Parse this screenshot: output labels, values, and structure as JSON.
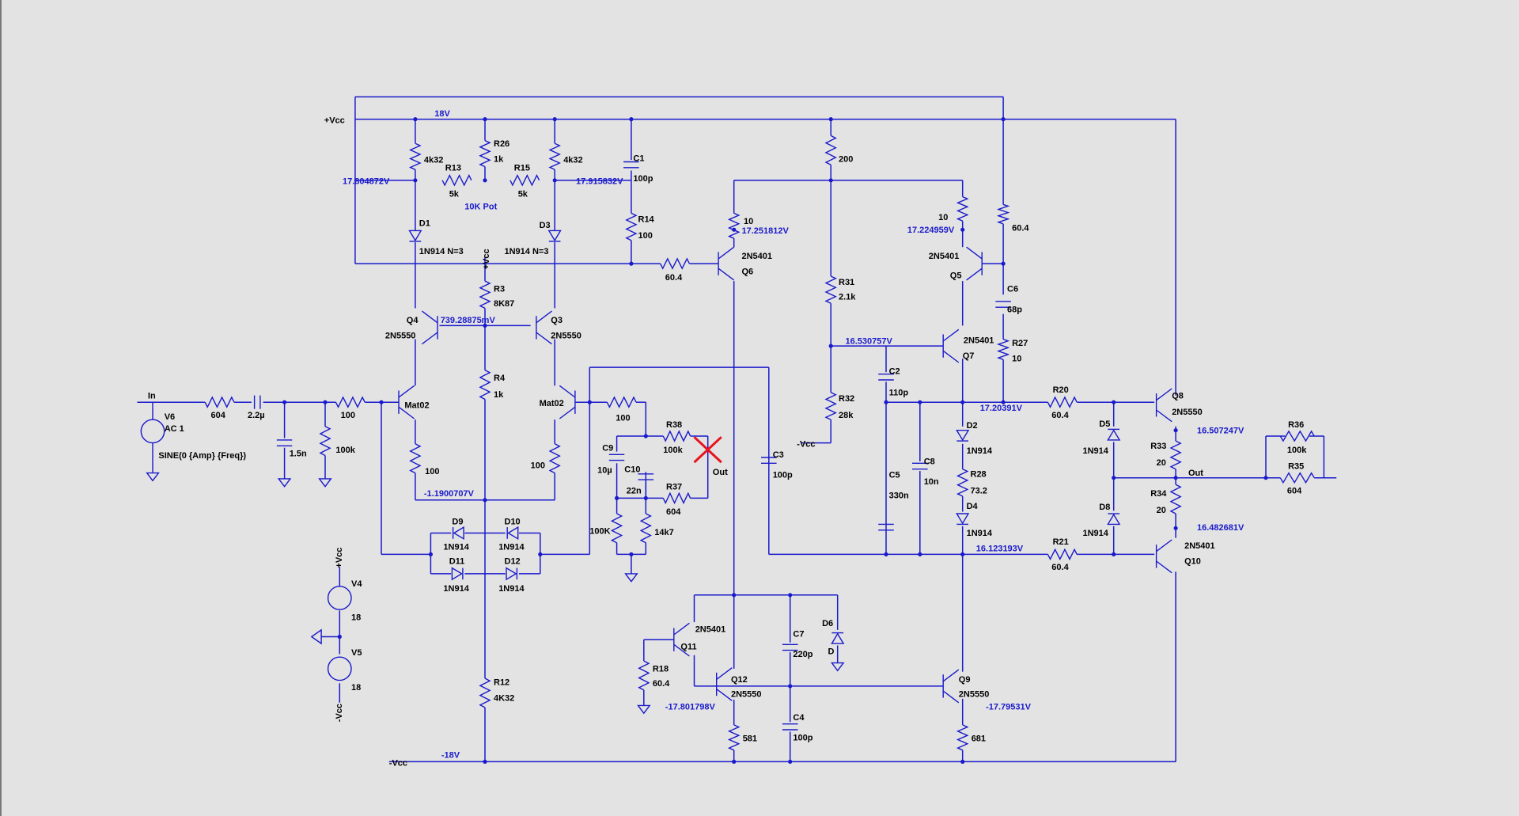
{
  "canvas": {
    "background": "#e3e3e3",
    "wire_color": "#1a1acc",
    "probe_color": "#e8141e"
  },
  "nets": {
    "vcc": "+Vcc",
    "vee": "-Vcc",
    "in": "In",
    "out1": "Out",
    "out2": "Out",
    "vcc_v1": "+Vcc",
    "vee_v1": "-Vcc",
    "vcc_pin": "+Vcc",
    "vee_r32": "-Vcc"
  },
  "voltages": {
    "v18": "18V",
    "vm18": "-18V",
    "n1": "17.804872V",
    "n2": "17.915832V",
    "n3": "17.251812V",
    "n4": "17.224959V",
    "n5": "739.28875mV",
    "n6": "16.530757V",
    "n7": "17.20391V",
    "n8": "16.507247V",
    "n9": "-1.1900707V",
    "n10": "16.123193V",
    "n11": "16.482681V",
    "n12": "-17.801798V",
    "n13": "-17.79531V"
  },
  "annotations": {
    "pot": "10K Pot"
  },
  "components": {
    "r13": {
      "name": "R13",
      "value": "5k"
    },
    "r26": {
      "name": "R26",
      "value": "1k"
    },
    "r15": {
      "name": "R15",
      "value": "5k"
    },
    "r_4k32a": {
      "value": "4k32"
    },
    "r_4k32b": {
      "value": "4k32"
    },
    "c1": {
      "name": "C1",
      "value": "100p"
    },
    "r14": {
      "name": "R14",
      "value": "100"
    },
    "d1": {
      "name": "D1",
      "value": "1N914 N=3"
    },
    "d3": {
      "name": "D3",
      "value": "1N914 N=3"
    },
    "r3": {
      "name": "R3",
      "value": "8K87"
    },
    "q4": {
      "name": "Q4",
      "value": "2N5550"
    },
    "q3": {
      "name": "Q3",
      "value": "2N5550"
    },
    "r4": {
      "name": "R4",
      "value": "1k"
    },
    "mat_l": {
      "value": "Mat02"
    },
    "mat_r": {
      "value": "Mat02"
    },
    "r_100e1": {
      "value": "100"
    },
    "r_100e2": {
      "value": "100"
    },
    "r_in604": {
      "value": "604"
    },
    "c_in": {
      "value": "2.2µ"
    },
    "c_15n": {
      "value": "1.5n"
    },
    "r_in100": {
      "value": "100"
    },
    "r_in100k": {
      "value": "100k"
    },
    "v6": {
      "name": "V6",
      "ac": "AC 1",
      "src": "SINE(0 {Amp} {Freq})"
    },
    "d9": {
      "name": "D9",
      "value": "1N914"
    },
    "d10": {
      "name": "D10",
      "value": "1N914"
    },
    "d11": {
      "name": "D11",
      "value": "1N914"
    },
    "d12": {
      "name": "D12",
      "value": "1N914"
    },
    "v4": {
      "name": "V4",
      "value": "18"
    },
    "v5": {
      "name": "V5",
      "value": "18"
    },
    "r12": {
      "name": "R12",
      "value": "4K32"
    },
    "r_fb100": {
      "value": "100"
    },
    "r38": {
      "name": "R38",
      "value": "100k"
    },
    "c9": {
      "name": "C9",
      "value": "10µ"
    },
    "c10": {
      "name": "C10",
      "value": "22n"
    },
    "r37": {
      "name": "R37",
      "value": "604"
    },
    "r_100k_l": {
      "value": "100K"
    },
    "r_14k7": {
      "value": "14k7"
    },
    "r_60_4a": {
      "value": "60.4"
    },
    "q6": {
      "name": "Q6",
      "value": "2N5401"
    },
    "r_10a": {
      "value": "10"
    },
    "r_200": {
      "value": "200"
    },
    "r31": {
      "name": "R31",
      "value": "2.1k"
    },
    "r32": {
      "name": "R32",
      "value": "28k"
    },
    "c3": {
      "name": "C3",
      "value": "100p"
    },
    "r_10b": {
      "value": "10"
    },
    "q5": {
      "name": "Q5",
      "value": "2N5401"
    },
    "r_60_4b": {
      "value": "60.4"
    },
    "c6": {
      "name": "C6",
      "value": "68p"
    },
    "r27": {
      "name": "R27",
      "value": "10"
    },
    "q7": {
      "name": "Q7",
      "value": "2N5401"
    },
    "c2": {
      "name": "C2",
      "value": "110p"
    },
    "c5": {
      "name": "C5",
      "value": "330n"
    },
    "c8": {
      "name": "C8",
      "value": "10n"
    },
    "d2": {
      "name": "D2",
      "value": "1N914"
    },
    "r28": {
      "name": "R28",
      "value": "73.2"
    },
    "d4": {
      "name": "D4",
      "value": "1N914"
    },
    "r20": {
      "name": "R20",
      "value": "60.4"
    },
    "r21": {
      "name": "R21",
      "value": "60.4"
    },
    "d5": {
      "name": "D5",
      "value": "1N914"
    },
    "d8": {
      "name": "D8",
      "value": "1N914"
    },
    "q8": {
      "name": "Q8",
      "value": "2N5550"
    },
    "q10": {
      "name": "Q10",
      "value": "2N5401"
    },
    "r33": {
      "name": "R33",
      "value": "20"
    },
    "r34": {
      "name": "R34",
      "value": "20"
    },
    "r36": {
      "name": "R36",
      "value": "100k"
    },
    "r35": {
      "name": "R35",
      "value": "604"
    },
    "q11": {
      "name": "Q11",
      "value": "2N5401"
    },
    "q12": {
      "name": "Q12",
      "value": "2N5550"
    },
    "r18": {
      "name": "R18",
      "value": "60.4"
    },
    "r_581": {
      "value": "581"
    },
    "c7": {
      "name": "C7",
      "value": "220p"
    },
    "c4": {
      "name": "C4",
      "value": "100p"
    },
    "d6": {
      "name": "D6",
      "value": "D"
    },
    "q9": {
      "name": "Q9",
      "value": "2N5550"
    },
    "r_681": {
      "value": "681"
    }
  }
}
